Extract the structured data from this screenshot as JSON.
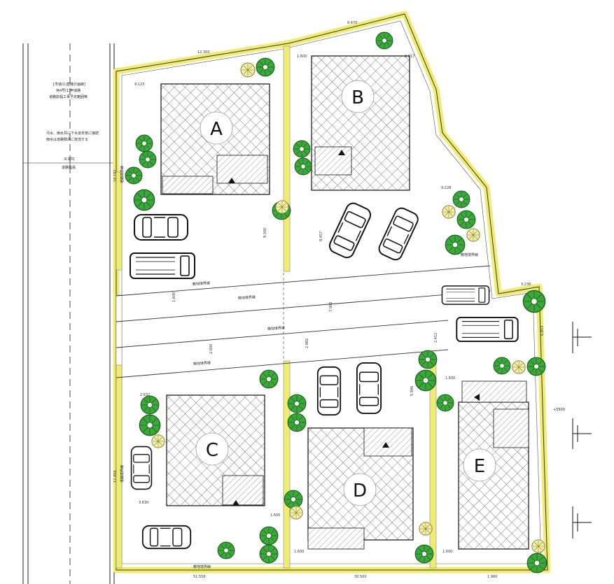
{
  "lots": [
    {
      "label": "A"
    },
    {
      "label": "B"
    },
    {
      "label": "C"
    },
    {
      "label": "D"
    },
    {
      "label": "E"
    }
  ],
  "notes": {
    "note1_line1": "[市道(1)直接計画線]",
    "note1_line2": "休4号(1)甲道路",
    "note1_line3": "道路拡幅工事予定範囲等",
    "note2_line1": "汚水、雨水共に下水道本管に接続",
    "note2_line2": "雨水は道路側溝に放流する",
    "road_width_value": "6.970",
    "road_width_label": "道路幅員",
    "road_center_label": "道路境界線",
    "lot_boundary_label": "隣地境界線",
    "site_boundary_label": "敷地境界線",
    "elevation_marker": "+5500"
  },
  "dimensions": {
    "top_a": "12.300",
    "top_b": "8.470",
    "a_w": "9.123",
    "b_w": "1.600",
    "b_right": "2.017",
    "c_w": "2.632",
    "c_bottom": "3.630",
    "mid1": "1.600",
    "mid2": "7.000",
    "mid3": "2.000",
    "d_left": "2.882",
    "e_top": "1.600",
    "bottom_left": "51.556",
    "bottom_mid": "30.500",
    "bottom_right": "1.960",
    "right_top": "3.238",
    "right_e": "6.853",
    "a_depth": "9.300",
    "b_depth": "8.457",
    "b_r": "9.228",
    "d_depth": "5.946",
    "e_d": "2.412",
    "left_h1": "18.192",
    "left_h2": "12.456",
    "c_door": "1.600",
    "d_door": "1.600",
    "e_door": "1.600"
  }
}
